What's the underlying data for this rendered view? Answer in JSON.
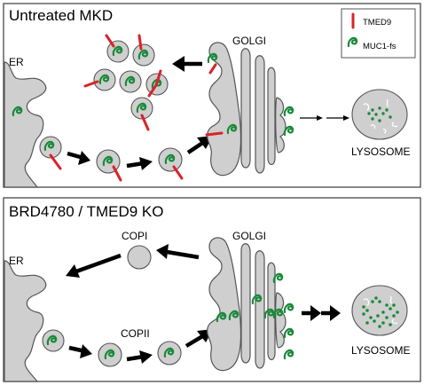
{
  "panels": [
    {
      "title": "Untreated MKD"
    },
    {
      "title": "BRD4780 / TMED9 KO"
    }
  ],
  "labels": {
    "er_top": "ER",
    "golgi_top": "GOLGI",
    "lysosome_top": "LYSOSOME",
    "er_bottom": "ER",
    "golgi_bottom": "GOLGI",
    "lysosome_bottom": "LYSOSOME",
    "copi": "COPI",
    "copii": "COPII"
  },
  "legend": {
    "items": [
      {
        "label": "TMED9",
        "color": "#d9232a",
        "icon": "red-bar-icon"
      },
      {
        "label": "MUC1-fs",
        "color": "#1a8a3a",
        "icon": "green-squiggle-icon"
      }
    ]
  },
  "colors": {
    "organelle_fill": "#cfcfcf",
    "outline": "#555555",
    "tmed9": "#d9232a",
    "muc1_fs": "#1a8a3a"
  }
}
